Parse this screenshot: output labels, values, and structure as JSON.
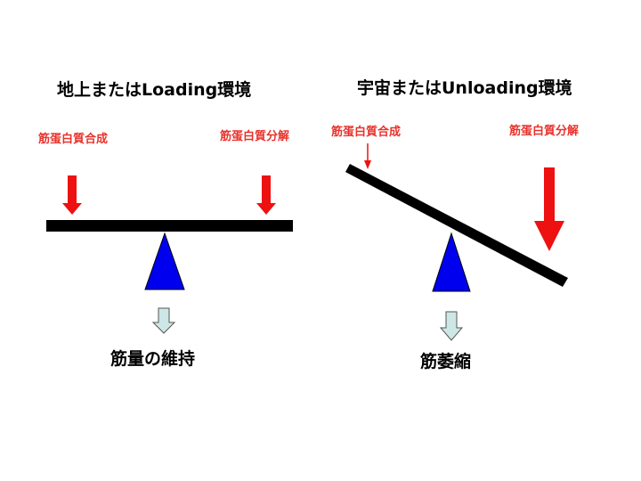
{
  "colors": {
    "synthesis_label": "#e8322c",
    "degradation_label": "#e8322c",
    "arrow_red": "#ee1111",
    "beam": "#000000",
    "fulcrum": "#0000ee",
    "down_arrow_fill": "#cde7e7"
  },
  "earth": {
    "title": "地上またはLoading環境",
    "synthesis_label": "筋蛋白質合成",
    "degradation_label": "筋蛋白質分解",
    "outcome": "筋量の維持"
  },
  "space": {
    "title": "宇宙またはUnloading環境",
    "synthesis_label": "筋蛋白質合成",
    "degradation_label": "筋蛋白質分解",
    "outcome": "筋萎縮"
  }
}
